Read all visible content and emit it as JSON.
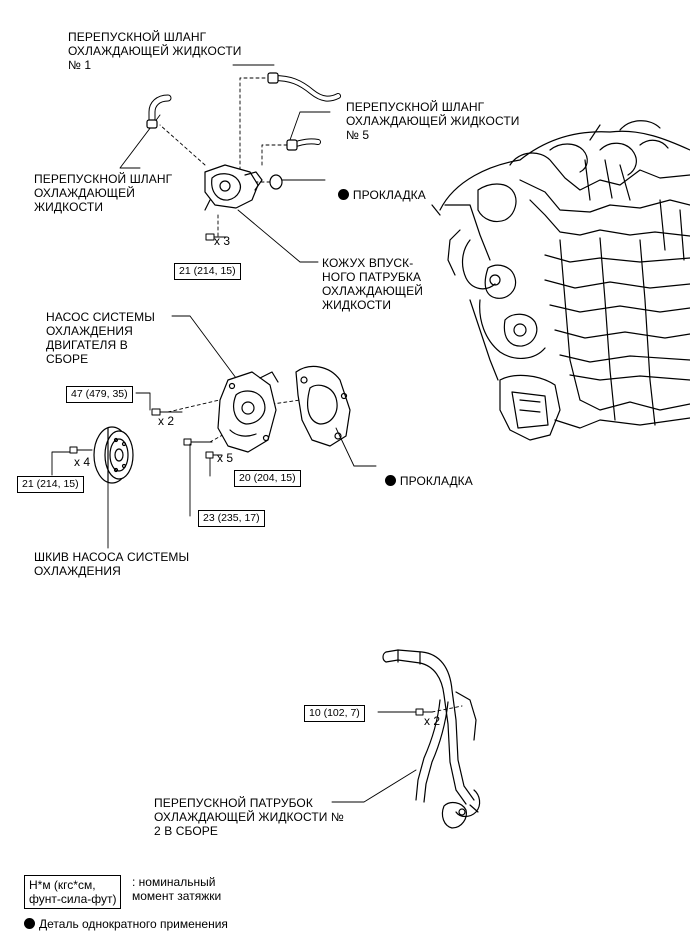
{
  "labels": {
    "hose1": "ПЕРЕПУСКНОЙ ШЛАНГ\nОХЛАЖДАЮЩЕЙ ЖИДКОСТИ\n№ 1",
    "hose5": "ПЕРЕПУСКНОЙ ШЛАНГ\nОХЛАЖДАЮЩЕЙ ЖИДКОСТИ\n№ 5",
    "hose": "ПЕРЕПУСКНОЙ ШЛАНГ\nОХЛАЖДАЮЩЕЙ\nЖИДКОСТИ",
    "gasket1": "ПРОКЛАДКА",
    "housing": "КОЖУХ ВПУСК-\nНОГО ПАТРУБКА\nОХЛАЖДАЮЩЕЙ\nЖИДКОСТИ",
    "pump": "НАСОС СИСТЕМЫ\nОХЛАЖДЕНИЯ\nДВИГАТЕЛЯ В\nСБОРЕ",
    "gasket2": "ПРОКЛАДКА",
    "pulley": "ШКИВ НАСОСА СИСТЕМЫ\nОХЛАЖДЕНИЯ",
    "pipe2": "ПЕРЕПУСКНОЙ ПАТРУБОК\nОХЛАЖДАЮЩЕЙ ЖИДКОСТИ №\n2 В СБОРЕ"
  },
  "torques": {
    "t1": "21 (214, 15)",
    "t2": "47 (479, 35)",
    "t3": "21 (214, 15)",
    "t4": "20 (204, 15)",
    "t5": "23 (235, 17)",
    "t6": "10 (102, 7)"
  },
  "multipliers": {
    "m1": "x 3",
    "m2": "x 2",
    "m3": "x 4",
    "m4": "x 5",
    "m5": "x 2"
  },
  "legend": {
    "unit_box": "Н*м (кгс*см,\nфунт-сила-фут)",
    "unit_text": ": номинальный\nмомент затяжки",
    "single_use": "Деталь однократного применения"
  }
}
